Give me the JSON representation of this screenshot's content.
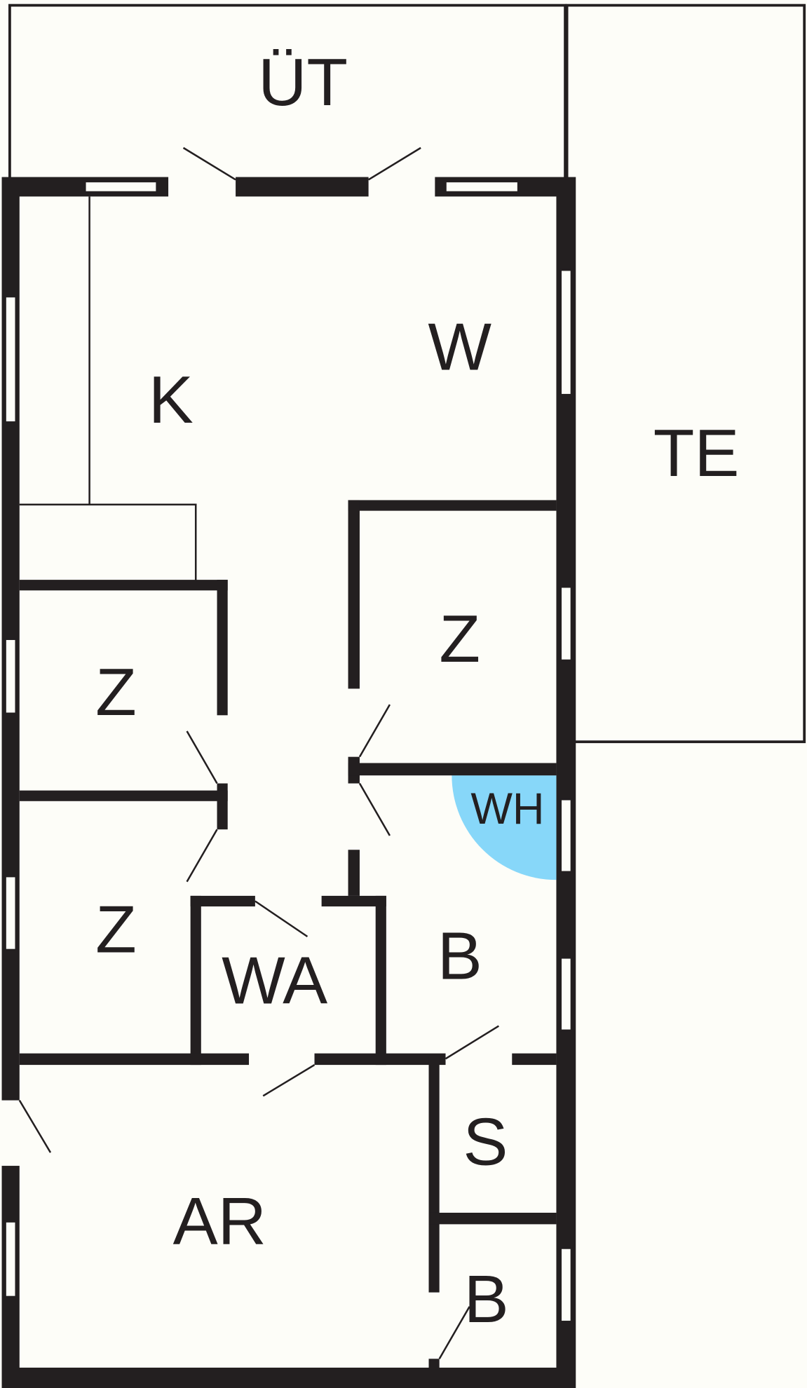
{
  "rooms": {
    "terrace_top": "ÜT",
    "terrace_side": "TE",
    "kitchen": "K",
    "living": "W",
    "room_top_right": "Z",
    "room_left_1": "Z",
    "room_left_2": "Z",
    "toilet": "WA",
    "bath": "B",
    "water_heater": "WH",
    "storage": "S",
    "bath_small": "B",
    "work_room": "AR"
  },
  "colors": {
    "wall": "#231f20",
    "background": "#fdfdf8",
    "water_heater": "#87d7f9"
  }
}
